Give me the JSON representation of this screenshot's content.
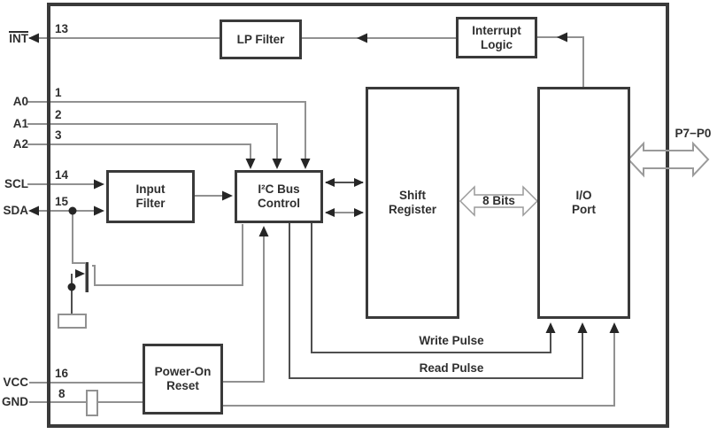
{
  "diagram": {
    "blocks": {
      "lp_filter": "LP Filter",
      "interrupt_logic": "Interrupt\nLogic",
      "input_filter": "Input\nFilter",
      "i2c_bus_control": "I²C Bus\nControl",
      "shift_register": "Shift\nRegister",
      "io_port": "I/O\nPort",
      "power_on_reset": "Power-On\nReset"
    },
    "pins": {
      "int": {
        "label": "INT",
        "number": "13"
      },
      "a0": {
        "label": "A0",
        "number": "1"
      },
      "a1": {
        "label": "A1",
        "number": "2"
      },
      "a2": {
        "label": "A2",
        "number": "3"
      },
      "scl": {
        "label": "SCL",
        "number": "14"
      },
      "sda": {
        "label": "SDA",
        "number": "15"
      },
      "vcc": {
        "label": "VCC",
        "number": "16"
      },
      "gnd": {
        "label": "GND",
        "number": "8"
      }
    },
    "wire_labels": {
      "write_pulse": "Write Pulse",
      "read_pulse": "Read Pulse",
      "eight_bits": "8 Bits",
      "port_bus": "P7−P0"
    },
    "colors": {
      "background": "#ffffff",
      "wire_gray": "#919191",
      "wire_dark": "#4f4f4f",
      "arrowhead": "#262626",
      "box_border": "#3a3a3a",
      "text": "#2f2f2f"
    }
  }
}
